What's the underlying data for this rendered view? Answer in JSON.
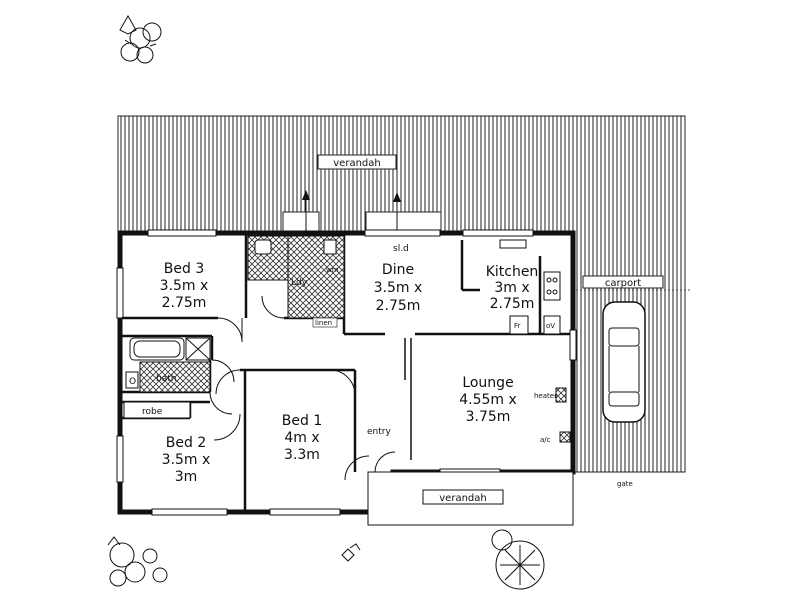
{
  "rooms": {
    "bed3": {
      "name": "Bed 3",
      "size1": "3.5m x",
      "size2": "2.75m"
    },
    "dine": {
      "name": "Dine",
      "size1": "3.5m x",
      "size2": "2.75m"
    },
    "kitchen": {
      "name": "Kitchen",
      "size1": "3m x",
      "size2": "2.75m"
    },
    "lounge": {
      "name": "Lounge",
      "size1": "4.55m x",
      "size2": "3.75m"
    },
    "bed1": {
      "name": "Bed 1",
      "size1": "4m x",
      "size2": "3.3m"
    },
    "bed2": {
      "name": "Bed 2",
      "size1": "3.5m x",
      "size2": "3m"
    }
  },
  "labels": {
    "verandah_top": "verandah",
    "verandah_bottom": "verandah",
    "carport": "carport",
    "gate": "gate",
    "sld": "sl.d",
    "ldy": "Ldy",
    "wm": "wm",
    "linen": "linen",
    "bath": "bath",
    "robe": "robe",
    "entry": "entry",
    "heater": "heater",
    "ac": "a/c",
    "fr": "Fr",
    "ov": "oV",
    "o": "O"
  }
}
